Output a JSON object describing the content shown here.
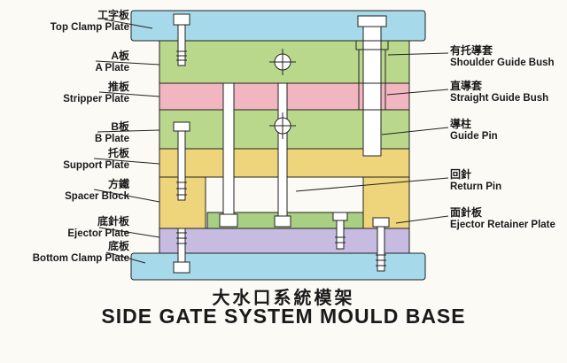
{
  "labels": {
    "left": [
      {
        "zh": "工字板",
        "en": "Top Clamp Plate"
      },
      {
        "zh": "A板",
        "en": "A Plate"
      },
      {
        "zh": "推板",
        "en": "Stripper Plate"
      },
      {
        "zh": "B板",
        "en": "B Plate"
      },
      {
        "zh": "托板",
        "en": "Support Plate"
      },
      {
        "zh": "方鐵",
        "en": "Spacer Block"
      },
      {
        "zh": "底針板",
        "en": "Ejector Plate"
      },
      {
        "zh": "底板",
        "en": "Bottom Clamp Plate"
      }
    ],
    "right": [
      {
        "zh": "有托導套",
        "en": "Shoulder Guide Bush"
      },
      {
        "zh": "直導套",
        "en": "Straight Guide Bush"
      },
      {
        "zh": "導柱",
        "en": "Guide Pin"
      },
      {
        "zh": "回針",
        "en": "Return Pin"
      },
      {
        "zh": "面針板",
        "en": "Ejector Retainer Plate"
      }
    ]
  },
  "title": {
    "zh": "大水口系統模架",
    "en": "SIDE GATE SYSTEM MOULD BASE"
  },
  "colors": {
    "clamp_plate": "#a6d9ea",
    "ab_plate": "#b9d88c",
    "stripper_plate": "#f1b6c0",
    "support_spacer": "#eed47a",
    "ejector_plate": "#c7bbe2",
    "retainer_plate": "#a9cf82",
    "pin_fill": "#ffffff",
    "outline": "#222222"
  }
}
